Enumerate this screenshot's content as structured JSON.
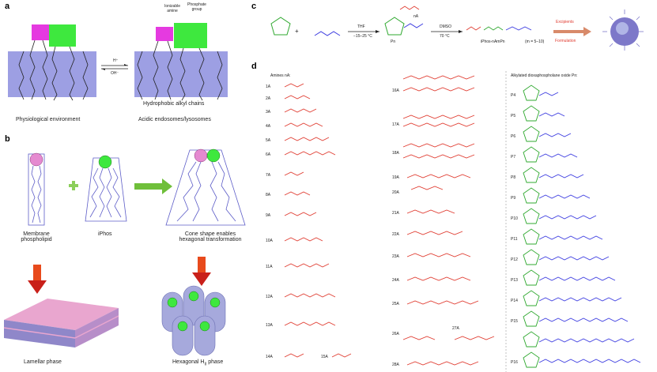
{
  "panels": {
    "a": {
      "label": "a",
      "ionizable_amine": "Ionizable\namine",
      "phosphate_group": "Phosphate\ngroup",
      "arrow_top": "H⁺",
      "arrow_bottom": "OH⁻",
      "hydrophobic": "Hydrophobic alkyl chains",
      "physiological": "Physiological environment",
      "acidic": "Acidic endosomes/lysosomes"
    },
    "b": {
      "label": "b",
      "membrane": "Membrane\nphospholipid",
      "iphos": "iPhos",
      "cone": "Cone shape enables\nhexagonal transformation",
      "lamellar": "Lamellar phase",
      "hexagonal": "Hexagonal H",
      "hexagonal_sub": "II",
      "hexagonal_suffix": " phase"
    },
    "c": {
      "label": "c",
      "reagent": "nA",
      "thf": "THF",
      "temp1": "−15–25 °C",
      "pn": "Pn",
      "dmso": "DMSO",
      "temp2": "70 °C",
      "product": "iPhos-nAmPn",
      "m_range": "(m = 5–10)",
      "excipients": "Excipients",
      "formulation": "Formulation"
    },
    "d": {
      "label": "d",
      "amines_header": "Amines nA:",
      "dioxaphospholane_header": "Alkylated dioxaphospholane oxide Pn:",
      "amines_col1": [
        "1A",
        "2A",
        "3A",
        "4A",
        "5A",
        "6A",
        "7A",
        "8A",
        "9A",
        "10A",
        "11A",
        "12A",
        "13A",
        "14A",
        "15A"
      ],
      "amines_col2": [
        "16A",
        "17A",
        "18A",
        "19A",
        "20A",
        "21A",
        "22A",
        "23A",
        "24A",
        "25A",
        "26A",
        "27A",
        "28A"
      ],
      "pn_list": [
        "P4",
        "P5",
        "P6",
        "P7",
        "P8",
        "P9",
        "P10",
        "P11",
        "P12",
        "P13",
        "P14",
        "P15",
        "P16"
      ]
    }
  },
  "colors": {
    "purple_box": "#9d9fe3",
    "magenta": "#e53ae0",
    "green": "#3ee83e",
    "red": "#e03c31",
    "blue": "#3b3be0",
    "green_ring": "#2fa82f"
  }
}
